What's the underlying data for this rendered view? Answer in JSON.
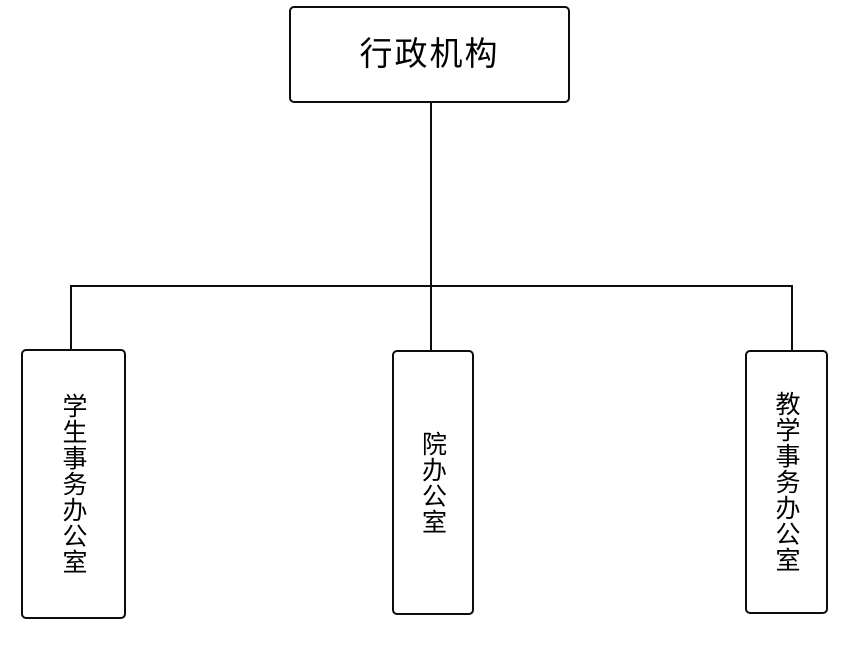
{
  "diagram": {
    "type": "org-chart",
    "title": "行政机构",
    "orientation": "top-down",
    "background_color": "#ffffff",
    "line_color": "#0d0d0d",
    "box_border_color": "#0d0d0d",
    "box_fill_color": "#ffffff",
    "text_color": "#000000",
    "root": {
      "label": "行政机构",
      "text_direction": "horizontal"
    },
    "children": [
      {
        "id": "student-affairs-office",
        "label": "学生事务办公室",
        "text_direction": "vertical"
      },
      {
        "id": "college-office",
        "label": "院办公室",
        "text_direction": "vertical"
      },
      {
        "id": "teaching-affairs-office",
        "label": "教学事务办公室",
        "text_direction": "vertical"
      }
    ]
  }
}
